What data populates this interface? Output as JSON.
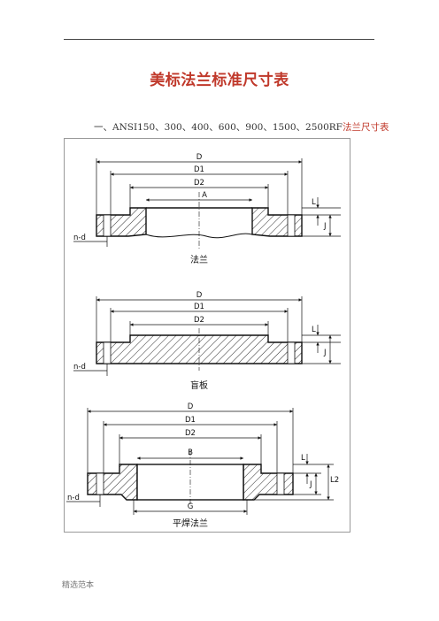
{
  "page": {
    "title": "美标法兰标准尺寸表",
    "section_heading": "一、ANSI150、300、400、600、900、1500、2500RF",
    "section_heading_suffix": "法兰尺寸表",
    "footer": "精选范本"
  },
  "figures": [
    {
      "caption": "法兰",
      "dims": [
        "D",
        "D1",
        "D2",
        "A"
      ],
      "right_labels": [
        "L",
        "J"
      ],
      "left_label": "n-d"
    },
    {
      "caption": "盲板",
      "dims": [
        "D",
        "D1",
        "D2"
      ],
      "right_labels": [
        "L",
        "J"
      ],
      "left_label": "n-d"
    },
    {
      "caption": "平焊法兰",
      "dims": [
        "D",
        "D1",
        "D2",
        "B",
        "G"
      ],
      "right_labels": [
        "L",
        "J",
        "L2"
      ],
      "left_label": "n-d"
    }
  ]
}
